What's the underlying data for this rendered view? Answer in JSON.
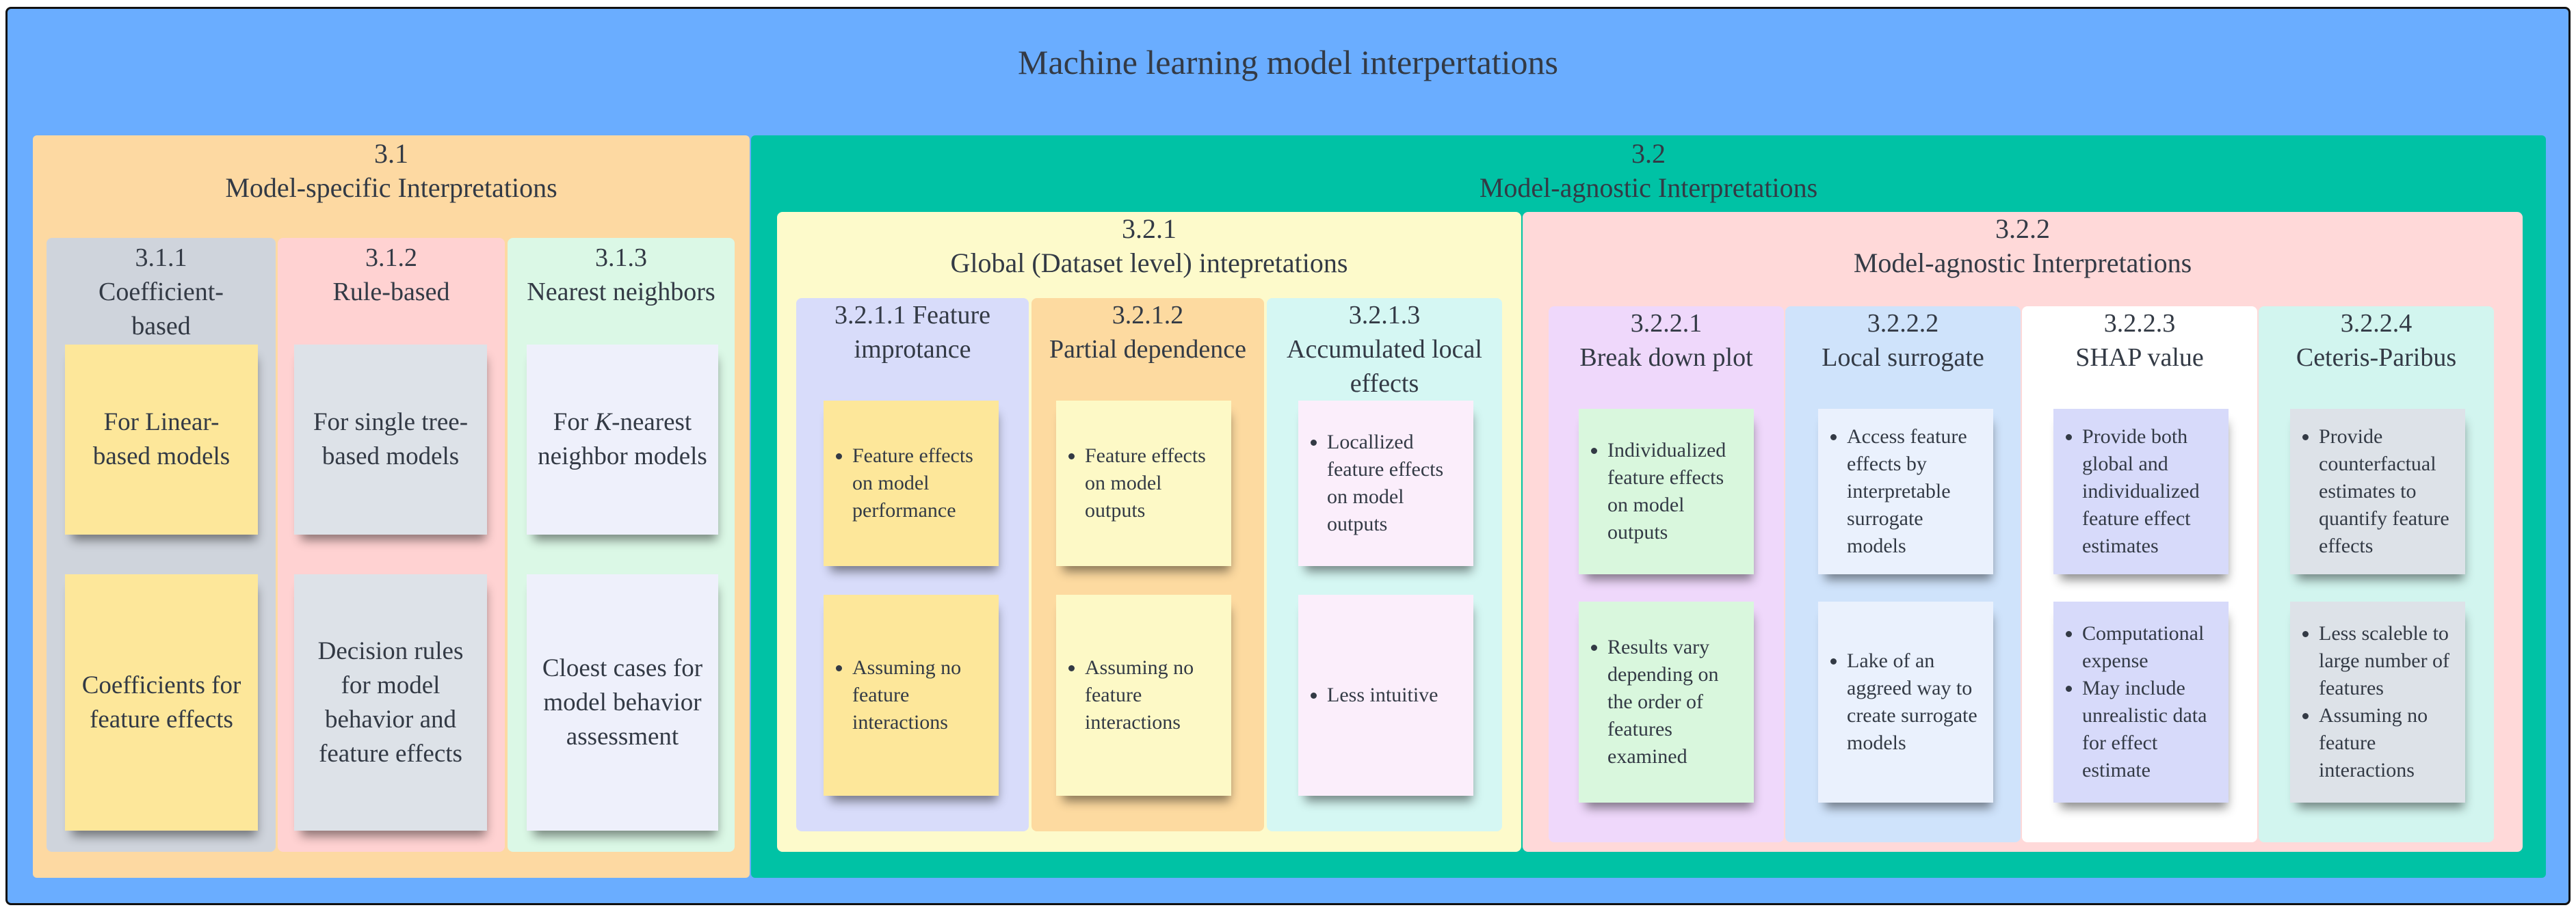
{
  "title": "Machine learning model interpertations",
  "colors": {
    "outer": "#6aadff",
    "specific": "#fdd9a2",
    "agnostic": "#00c2a5",
    "global": "#fdfacb",
    "local": "#ffd9d9",
    "gray": "#cfd4dc",
    "pink": "#ffd2d2",
    "mint": "#dbf8e6",
    "yellow_note": "#fde79a",
    "gray_note": "#dde2e8",
    "lavender_note": "#eef0fb",
    "periwinkle": "#d8dcfa",
    "orange": "#fddaa0",
    "cyan": "#d5f7f3",
    "purple": "#efd8fb",
    "blue": "#cfe3fb",
    "white": "#ffffff",
    "teal": "#d2f5ef",
    "green_note": "#d9f7dd",
    "blue_note": "#eaf1fd",
    "indigo_note": "#d7dafa",
    "pink_note": "#fbeefb",
    "cream_note": "#fdf9c6"
  },
  "s31": {
    "num": "3.1",
    "title": "Model-specific Interpretations",
    "c1": {
      "num": "3.1.1",
      "title": "Coefficient-based",
      "note1": "For Linear-based models",
      "note2": "Coefficients for feature effects"
    },
    "c2": {
      "num": "3.1.2",
      "title": "Rule-based",
      "note1": "For single tree-based models",
      "note2": "Decision rules for model behavior and feature effects"
    },
    "c3": {
      "num": "3.1.3",
      "title": "Nearest neighbors",
      "note1_pre": "For ",
      "note1_k": "K",
      "note1_post": "-nearest neighbor models",
      "note2": "Cloest cases for model behavior assessment"
    }
  },
  "s32": {
    "num": "3.2",
    "title": "Model-agnostic Interpretations",
    "s321": {
      "num": "3.2.1",
      "title": "Global (Dataset level) intepretations",
      "c1": {
        "num": "3.2.1.1",
        "title": "Feature improtance",
        "note1": [
          "Feature effects on model performance"
        ],
        "note2": [
          "Assuming no feature interactions"
        ]
      },
      "c2": {
        "num": "3.2.1.2",
        "title": "Partial dependence",
        "note1": [
          "Feature effects on model outputs"
        ],
        "note2": [
          "Assuming no feature interactions"
        ]
      },
      "c3": {
        "num": "3.2.1.3",
        "title": "Accumulated local effects",
        "note1": [
          "Locallized feature effects on model outputs"
        ],
        "note2": [
          "Less intuitive"
        ]
      }
    },
    "s322": {
      "num": "3.2.2",
      "title": "Model-agnostic Interpretations",
      "c1": {
        "num": "3.2.2.1",
        "title": "Break down plot",
        "note1": [
          "Individualized feature effects on model outputs"
        ],
        "note2": [
          "Results vary depending on the order of features examined"
        ]
      },
      "c2": {
        "num": "3.2.2.2",
        "title": "Local surrogate",
        "note1": [
          "Access feature effects by interpretable surrogate models"
        ],
        "note2": [
          "Lake of an aggreed way to create surrogate models"
        ]
      },
      "c3": {
        "num": "3.2.2.3",
        "title": "SHAP value",
        "note1": [
          "Provide both global and individualized feature effect estimates"
        ],
        "note2": [
          "Computational expense",
          "May include unrealistic data for effect estimate"
        ]
      },
      "c4": {
        "num": "3.2.2.4",
        "title": "Ceteris-Paribus",
        "note1": [
          "Provide counterfactual estimates to quantify feature effects"
        ],
        "note2": [
          "Less scaleble to large number of features",
          "Assuming no feature interactions"
        ]
      }
    }
  }
}
